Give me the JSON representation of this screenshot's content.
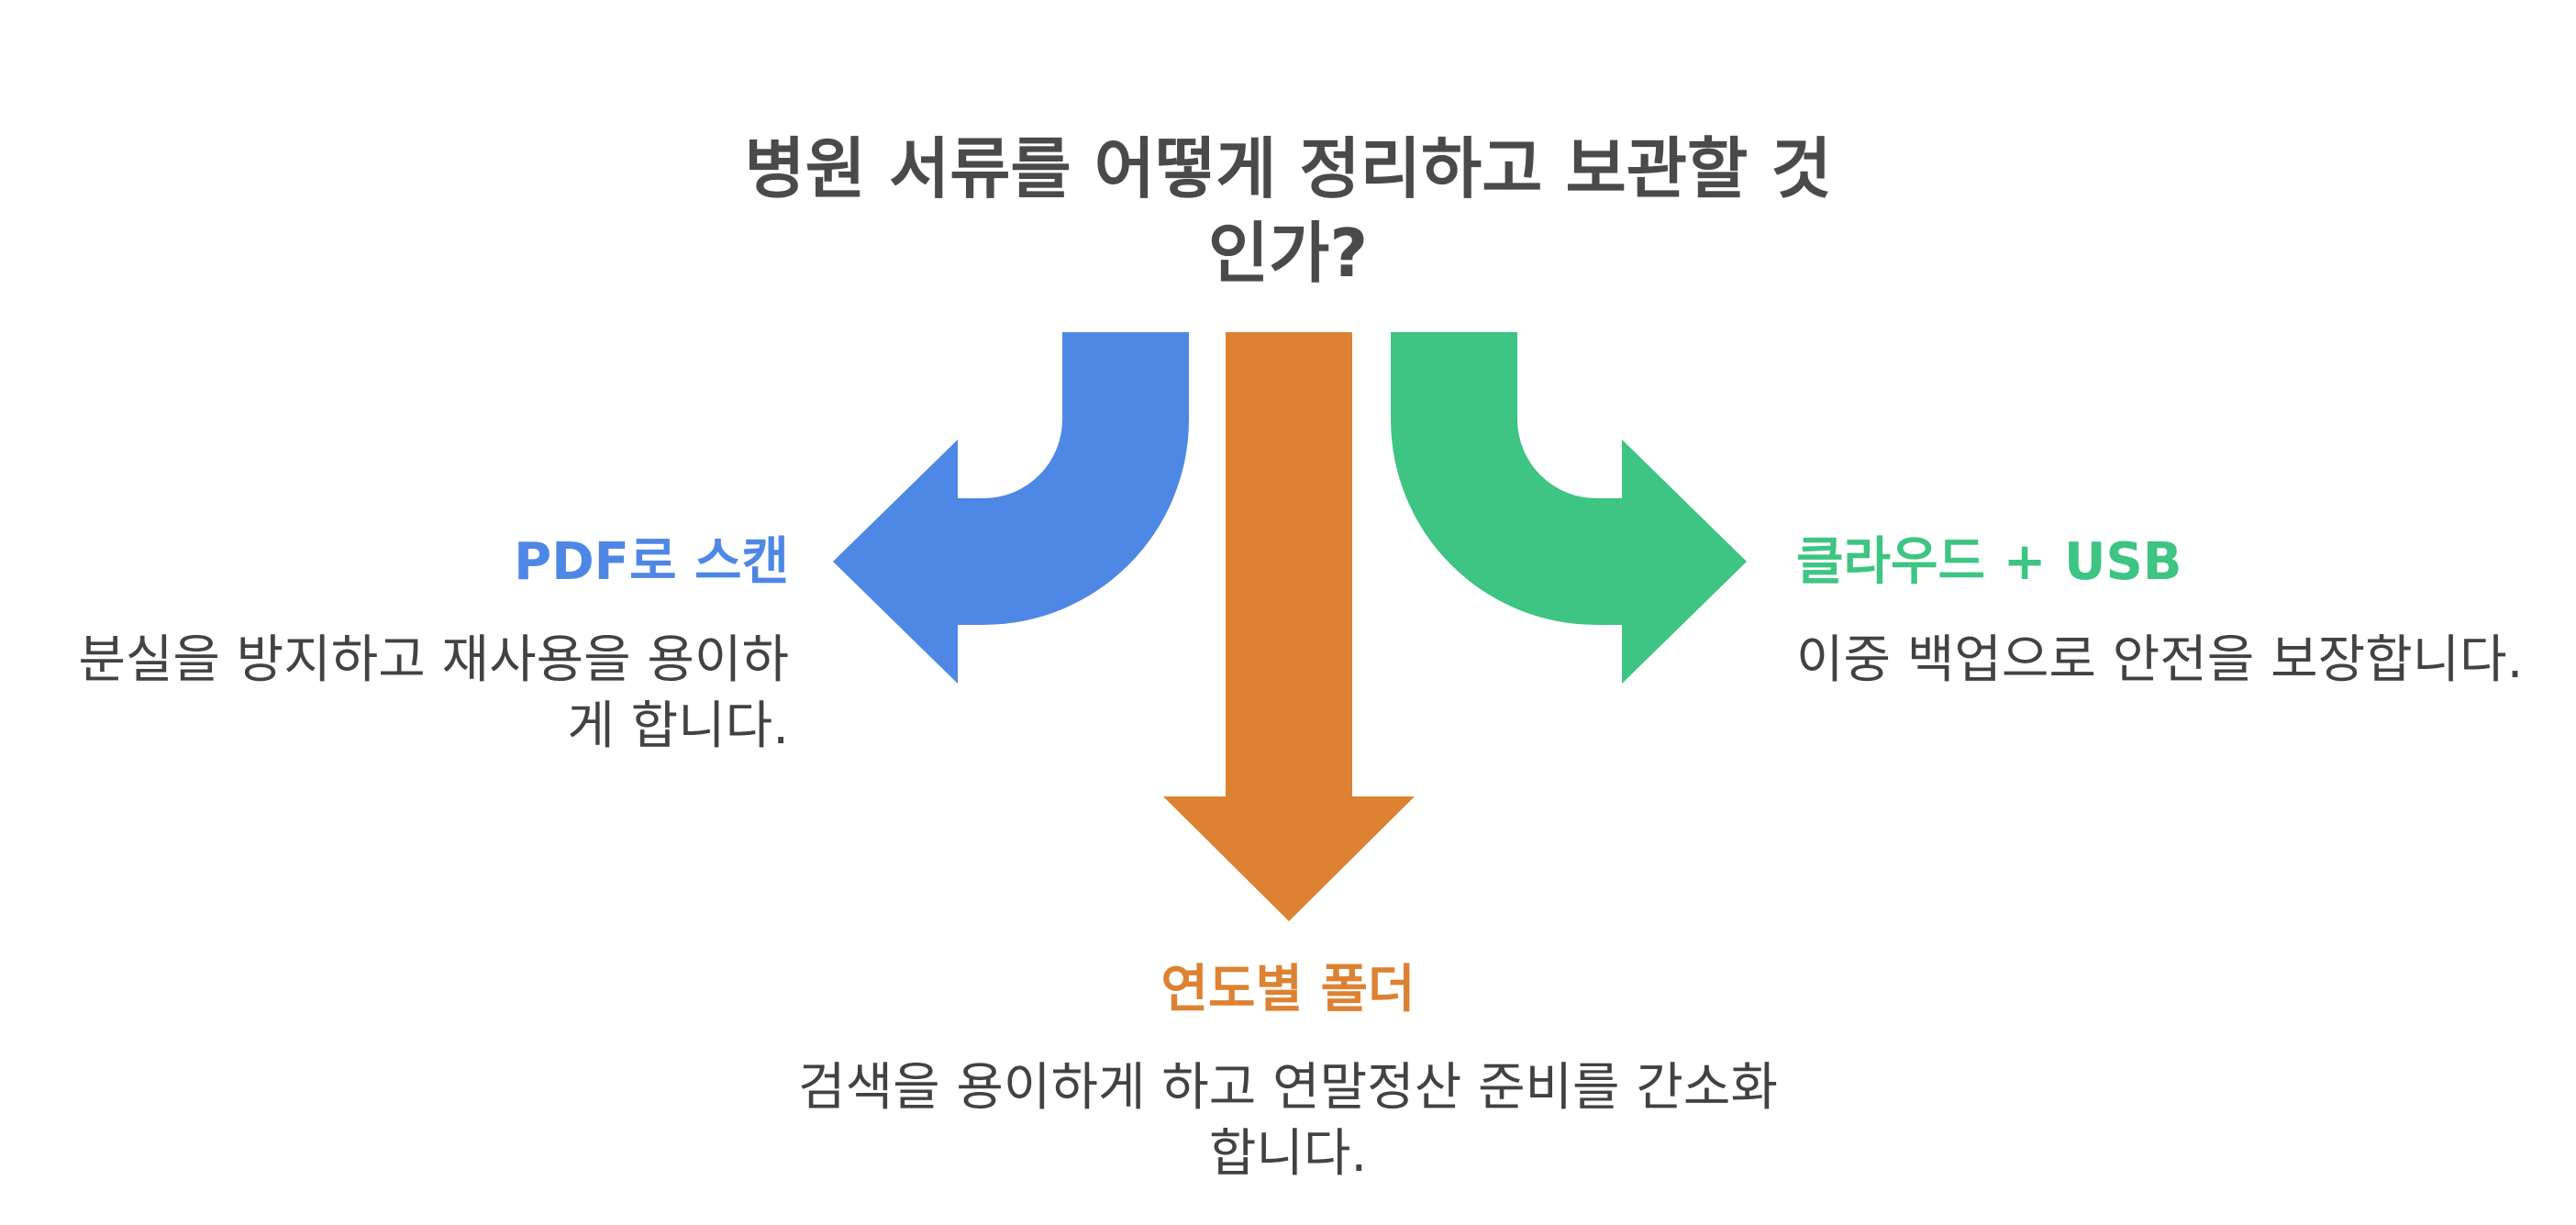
{
  "title": "병원 서류를 어떻게 정리하고 보관할 것인가?",
  "colors": {
    "title": "#4a4a4a",
    "blue": "#4F87E4",
    "orange": "#DC8232",
    "green": "#3EC483",
    "desc": "#424242"
  },
  "options": {
    "left": {
      "heading": "PDF로 스캔",
      "description": "분실을 방지하고 재사용을 용이하게 합니다.",
      "color": "#4F87E4",
      "arrow_icon": "curved-arrow-left-icon"
    },
    "center": {
      "heading": "연도별 폴더",
      "description": "검색을 용이하게 하고 연말정산 준비를 간소화합니다.",
      "color": "#DC8232",
      "arrow_icon": "straight-arrow-down-icon"
    },
    "right": {
      "heading": "클라우드 + USB",
      "description": "이중 백업으로 안전을 보장합니다.",
      "color": "#3EC483",
      "arrow_icon": "curved-arrow-right-icon"
    }
  }
}
